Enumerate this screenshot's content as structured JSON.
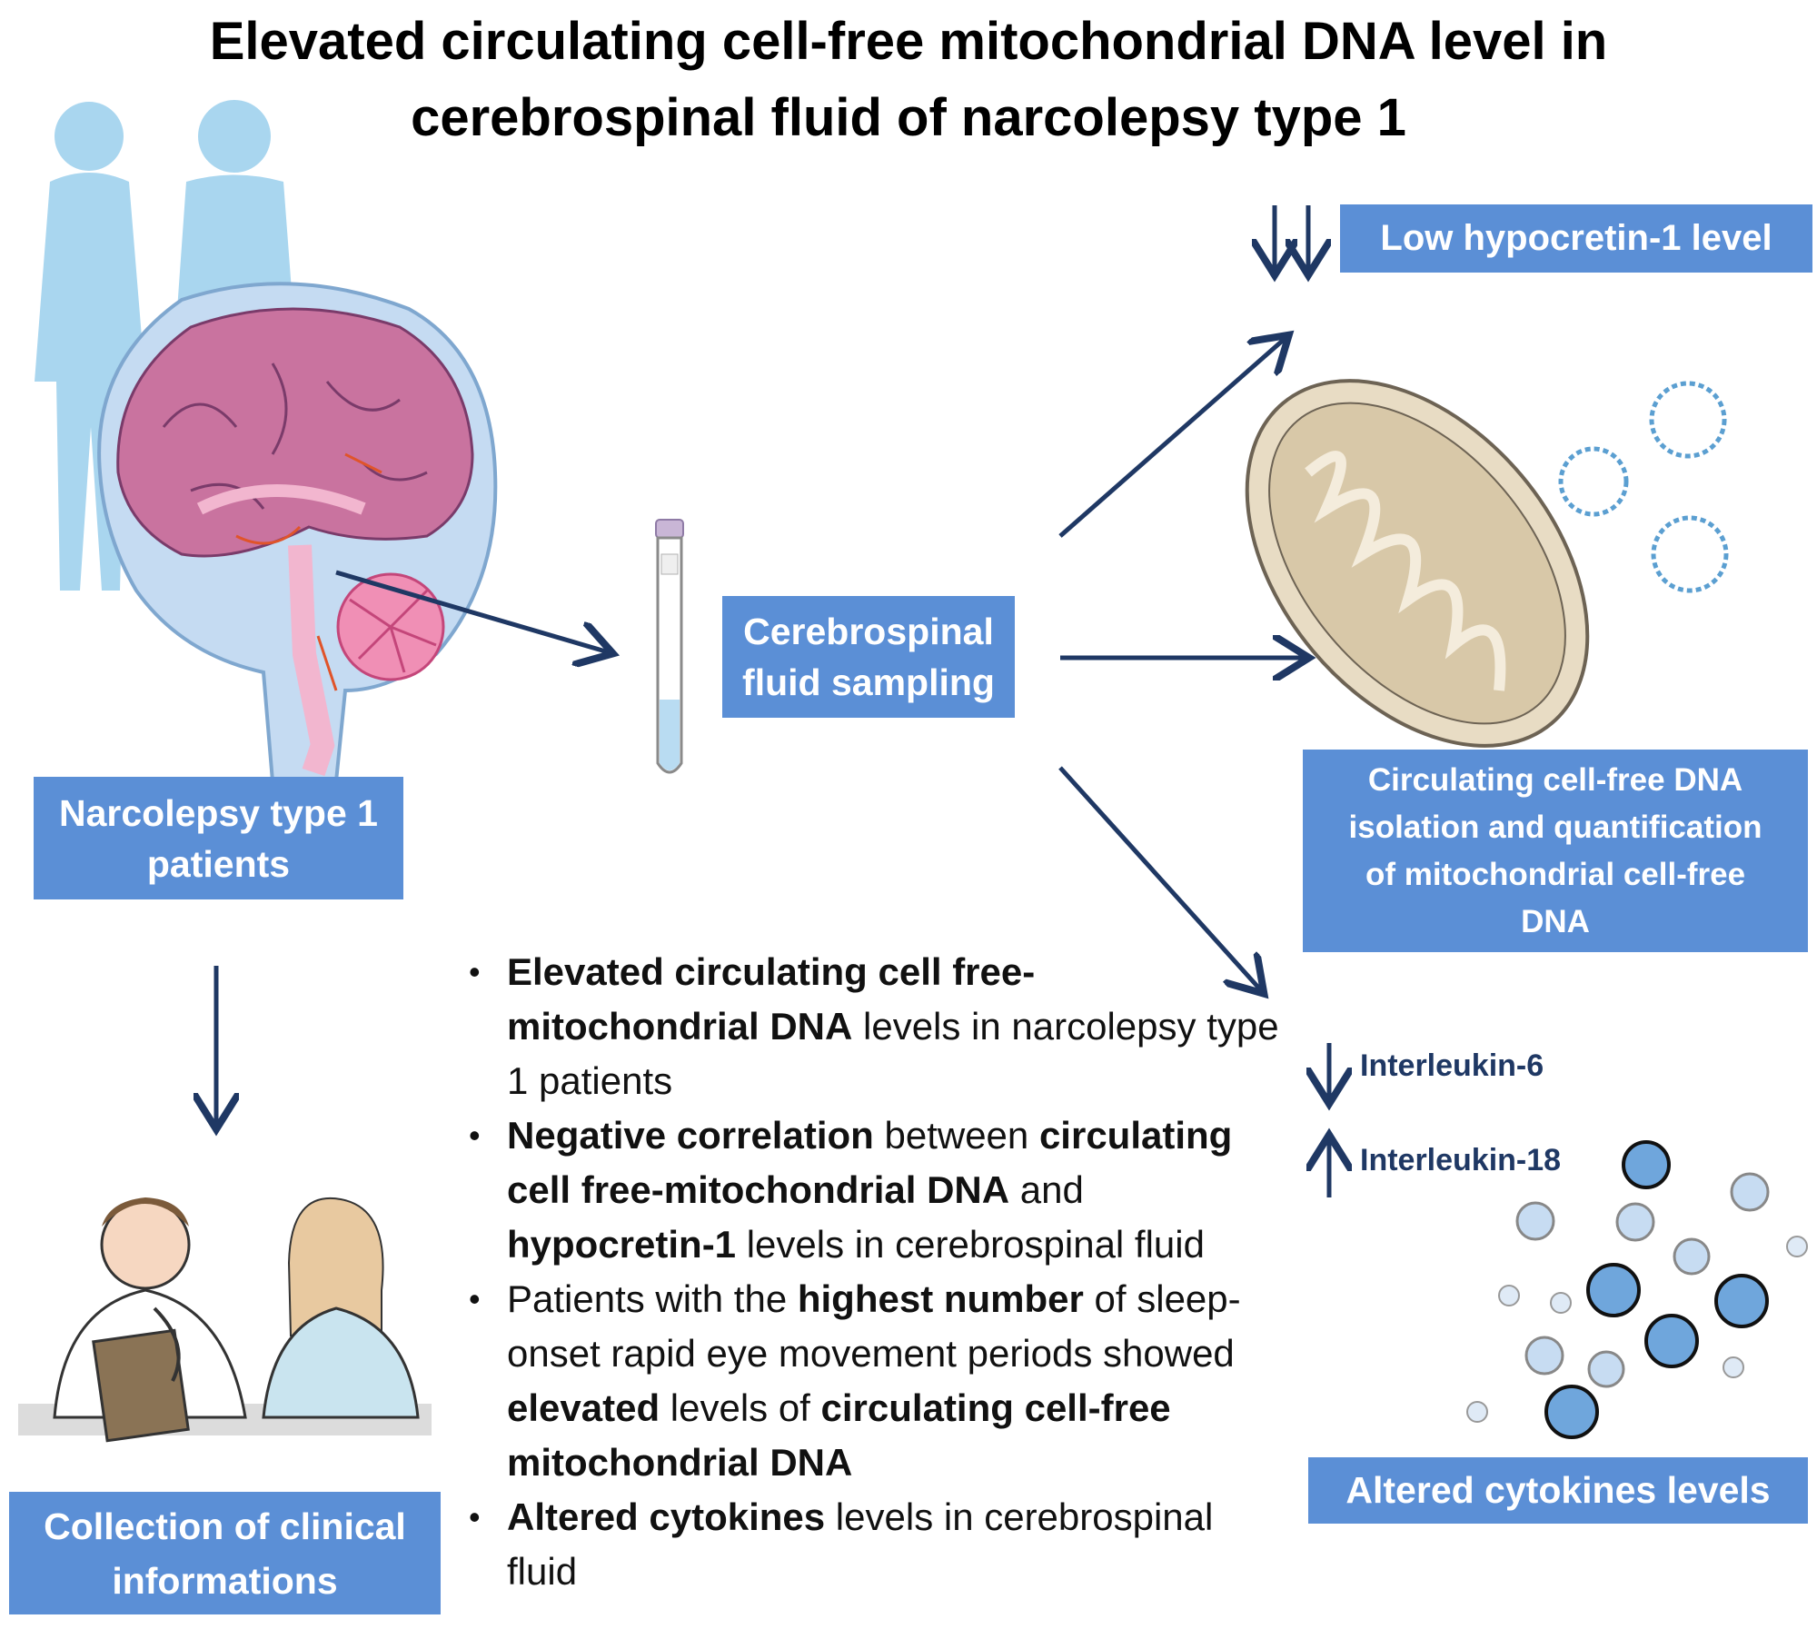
{
  "title": {
    "line1": "Elevated circulating cell-free mitochondrial DNA level in",
    "line2": "cerebrospinal fluid of narcolepsy type 1"
  },
  "boxes": {
    "patients": [
      "Narcolepsy type 1",
      "patients"
    ],
    "csf_sampling": [
      "Cerebrospinal",
      "fluid sampling"
    ],
    "hypocretin": "Low hypocretin-1 level",
    "cfdna": [
      "Circulating cell-free DNA",
      "isolation and quantification",
      "of mitochondrial cell-free",
      "DNA"
    ],
    "clinical": [
      "Collection of clinical",
      "informations"
    ],
    "cytokines": "Altered cytokines levels"
  },
  "cytokines": {
    "il6": "Interleukin-6",
    "il18": "Interleukin-18"
  },
  "findings": [
    {
      "bold1": "Elevated circulating cell free-mitochondrial DNA",
      "text1": " levels in narcolepsy type 1 patients"
    },
    {
      "bold1": "Negative correlation",
      "text1": " between ",
      "bold2": "circulating cell free-mitochondrial DNA",
      "text2": " and ",
      "bold3": "hypocretin-1",
      "text3": " levels in cerebrospinal fluid"
    },
    {
      "text0": "Patients with the ",
      "bold1": "highest number",
      "text1": " of sleep-onset rapid eye movement periods showed ",
      "bold2": "elevated",
      "text2": " levels of ",
      "bold3": "circulating cell-free mitochondrial DNA"
    },
    {
      "bold1": "Altered cytokines",
      "text1": " levels in cerebrospinal fluid"
    }
  ],
  "colors": {
    "box": "#5b8fd6",
    "arrow": "#1f3864",
    "silhouette": "#a9d6ef",
    "brain": "#c9739f",
    "mito": "#e8dcc4"
  },
  "icons": [
    "woman-silhouette-icon",
    "man-silhouette-icon",
    "brain-sagittal-icon",
    "test-tube-icon",
    "mitochondrion-icon",
    "dna-plasmid-icon",
    "doctor-patient-icon",
    "cytokine-bubble-icon"
  ]
}
